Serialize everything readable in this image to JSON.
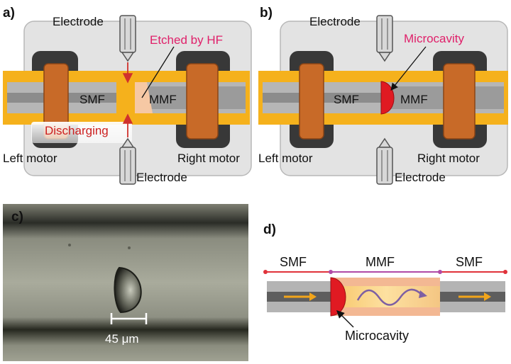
{
  "panels": {
    "a": {
      "label": "a)",
      "electrode_top": "Electrode",
      "electrode_bottom": "Electrode",
      "etched": "Etched by HF",
      "smf": "SMF",
      "mmf": "MMF",
      "discharging": "Discharging",
      "left_motor": "Left motor",
      "right_motor": "Right motor"
    },
    "b": {
      "label": "b)",
      "electrode_top": "Electrode",
      "electrode_bottom": "Electrode",
      "microcavity": "Microcavity",
      "smf": "SMF",
      "mmf": "MMF",
      "left_motor": "Left motor",
      "right_motor": "Right motor"
    },
    "c": {
      "label": "c)",
      "scale_bar": "45 μm"
    },
    "d": {
      "label": "d)",
      "smf_left": "SMF",
      "mmf": "MMF",
      "smf_right": "SMF",
      "microcavity": "Microcavity"
    }
  },
  "colors": {
    "motor_clamp": "#c86a28",
    "motor_base": "#3a3a3a",
    "fiber_sleeve": "#f5b11c",
    "fiber_grey": "#b4b4b4",
    "fiber_core": "#8c8c8c",
    "platform": "#e2e2e2",
    "accent_pink": "#e0206a",
    "accent_red": "#cc1f1f",
    "cavity_red": "#e01a22",
    "mmf_purple": "#b04aa6",
    "arrow_orange": "#f2a51a"
  }
}
